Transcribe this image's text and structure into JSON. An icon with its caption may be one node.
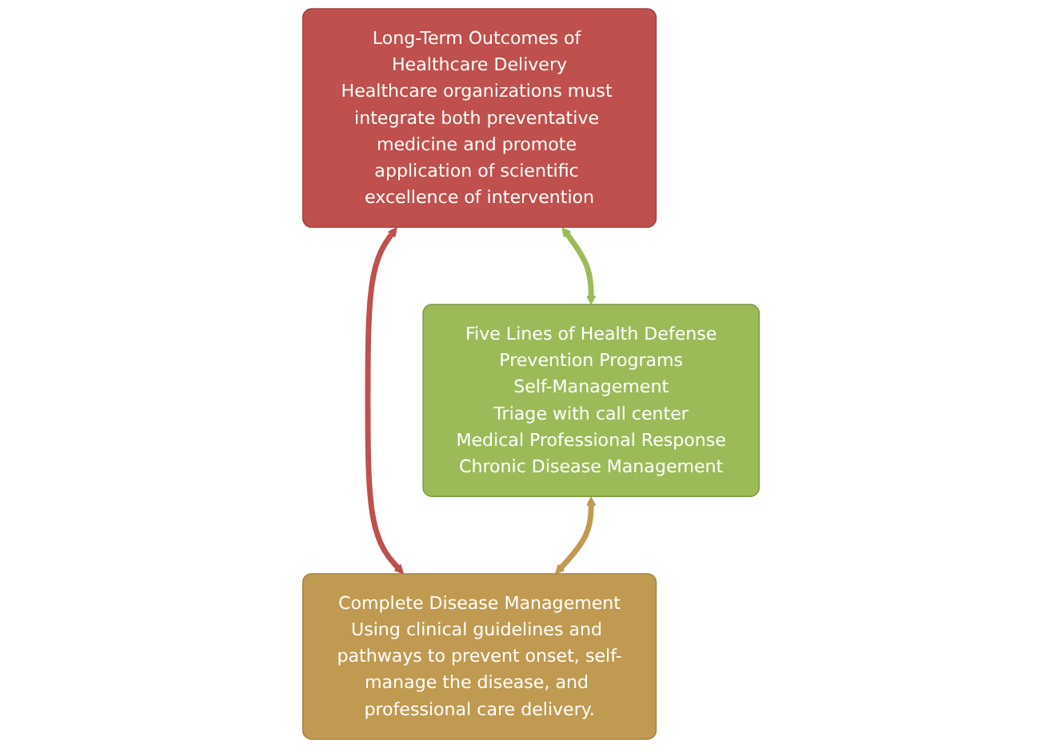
{
  "diagram": {
    "nodes": [
      {
        "text": [
          "Long-Term Outcomes of Healthcare Delivery",
          "Healthcare organizations must integrate both preventative medicine and promote application of scientific excellence of intervention"
        ]
      },
      {
        "text": [
          "Five Lines of Health Defense",
          "Prevention Programs",
          "Self-Management",
          "Triage with call center",
          "Medical Professional Response",
          "Chronic Disease Management"
        ]
      },
      {
        "text": [
          "Complete Disease Management",
          "Using clinical guidelines and pathways to prevent onset, self-manage the disease, and professional care delivery."
        ]
      }
    ],
    "edges": [
      {
        "from": 0,
        "to": 1,
        "arrow": "both",
        "color": "#9bbb59"
      },
      {
        "from": 0,
        "to": 2,
        "arrow": "both",
        "color": "#c0504d"
      },
      {
        "from": 1,
        "to": 2,
        "arrow": "both",
        "color": "#c09a50"
      }
    ]
  }
}
